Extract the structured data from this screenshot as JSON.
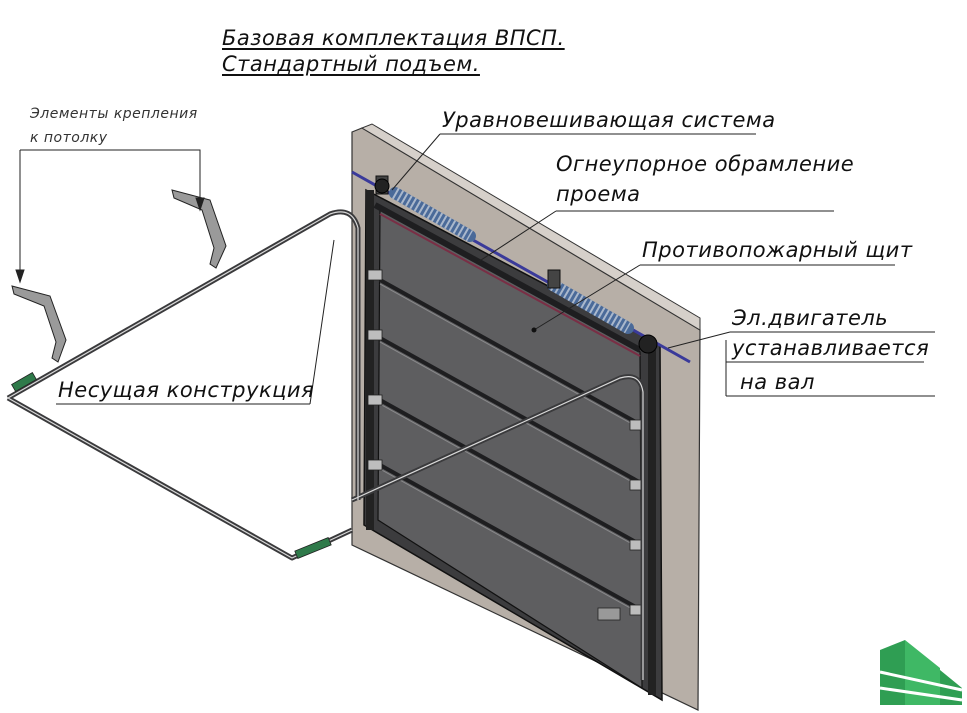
{
  "title": {
    "line1": "Базовая комплектация ВПСП.",
    "line2": "Стандартный подъем."
  },
  "labels": {
    "ceiling_mounts": [
      "Элементы крепления",
      "к потолку"
    ],
    "balancing_system": "Уравновешивающая система",
    "fire_frame": [
      "Огнеупорное обрамление",
      "проема"
    ],
    "fire_shield": "Противопожарный щит",
    "motor": [
      "Эл.двигатель",
      "устанавливается",
      "на вал"
    ],
    "support_structure": "Несущая конструкция"
  },
  "colors": {
    "wall": "#b7afa7",
    "wall_side": "#d6d0ca",
    "panel": "#5e5e60",
    "panel_dark": "#2c2c2e",
    "rail": "#3a3a3c",
    "shaft": "#3a3a9a",
    "spring": "#4a6a99",
    "logo": "#2f9e53"
  },
  "icons": {
    "logo": "green-building-logo-icon"
  }
}
